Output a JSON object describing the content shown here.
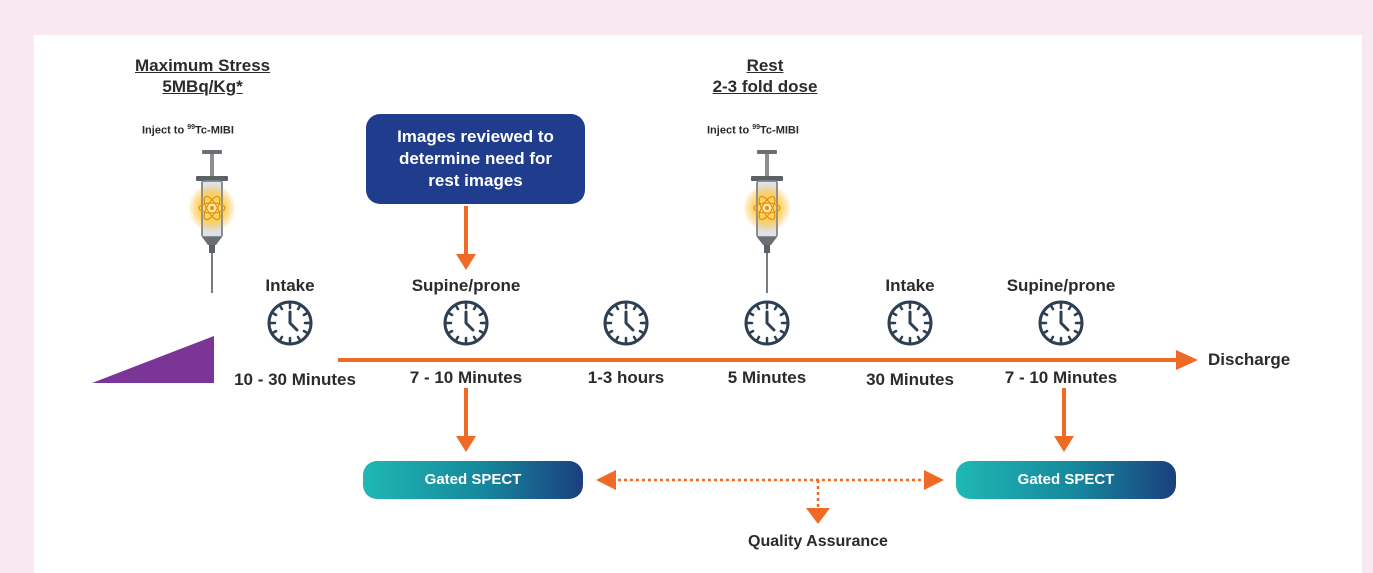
{
  "stress": {
    "title_line1": "Maximum Stress",
    "title_line2": "5MBq/Kg*",
    "inject_prefix": "Inject to ",
    "isotope_sup": "99",
    "isotope_rest": "Tc-MIBI"
  },
  "rest": {
    "title_line1": "Rest",
    "title_line2": "2-3 fold dose",
    "inject_prefix": "Inject to ",
    "isotope_sup": "99",
    "isotope_rest": "Tc-MIBI"
  },
  "review_box": {
    "line1": "Images reviewed to",
    "line2": "determine need for",
    "line3": "rest  images"
  },
  "timeline": {
    "stages": [
      {
        "label": "Intake",
        "duration": "10 - 30 Minutes"
      },
      {
        "label": "Supine/prone",
        "duration": "7 - 10 Minutes"
      },
      {
        "label": "",
        "duration": "1-3 hours"
      },
      {
        "label": "",
        "duration": "5 Minutes"
      },
      {
        "label": "Intake",
        "duration": "30 Minutes"
      },
      {
        "label": "Supine/prone",
        "duration": "7 - 10 Minutes"
      }
    ],
    "end_label": "Discharge"
  },
  "gated_spect_1": "Gated SPECT",
  "gated_spect_2": "Gated SPECT",
  "quality_assurance": "Quality Assurance",
  "colors": {
    "arrow": "#ee6a25",
    "clock": "#2f3f52",
    "box_blue": "#1f3d8c",
    "ramp_purple": "#7a3596",
    "pill_start": "#1fb8b3",
    "pill_end": "#1b3f7e",
    "background": "#f9e8ef"
  },
  "icons": [
    "syringe-atom-icon",
    "clock-icon",
    "ramp-triangle-icon",
    "arrow-icon"
  ]
}
